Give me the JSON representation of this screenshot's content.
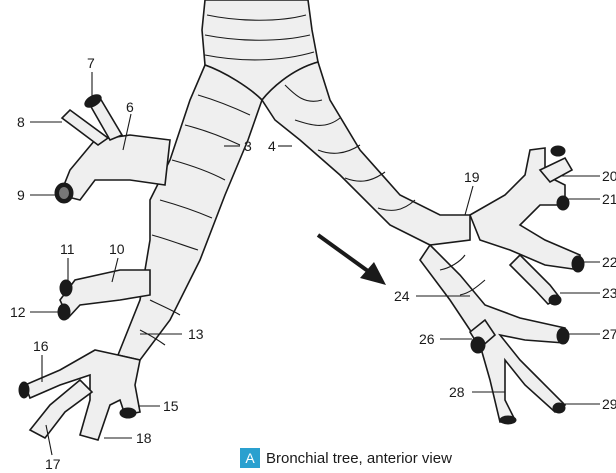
{
  "labels": [
    "3",
    "4",
    "6",
    "7",
    "8",
    "9",
    "10",
    "11",
    "12",
    "13",
    "15",
    "16",
    "17",
    "18",
    "19",
    "20",
    "21",
    "22",
    "23",
    "24",
    "26",
    "27",
    "28",
    "29"
  ],
  "caption": {
    "badge": "A",
    "text": "Bronchial tree, anterior view",
    "badge_color": "#2aa0cf"
  }
}
